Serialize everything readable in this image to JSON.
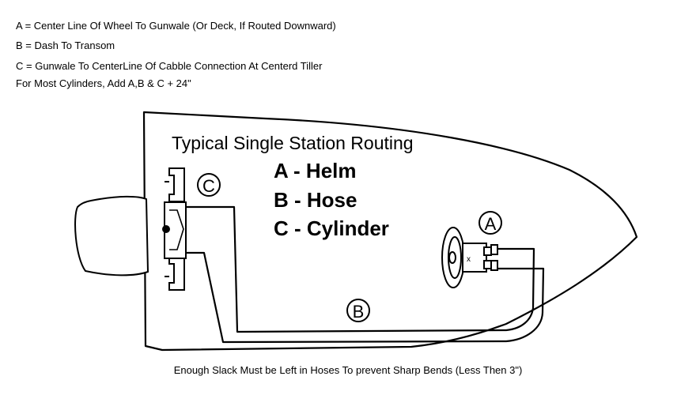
{
  "notes": [
    "A = Center Line Of Wheel To Gunwale (Or Deck, If Routed Downward)",
    "B = Dash To Transom",
    "C = Gunwale To CenterLine Of Cabble Connection At Centerd Tiller",
    "For Most Cylinders, Add A,B & C + 24\""
  ],
  "diagram": {
    "title": "Typical Single Station Routing",
    "legend": [
      "A - Helm",
      "B - Hose",
      "C - Cylinder"
    ],
    "markers": {
      "a": "A",
      "b": "B",
      "c": "C"
    }
  },
  "footer": "Enough Slack Must be Left in Hoses To prevent Sharp Bends (Less Then 3\")"
}
